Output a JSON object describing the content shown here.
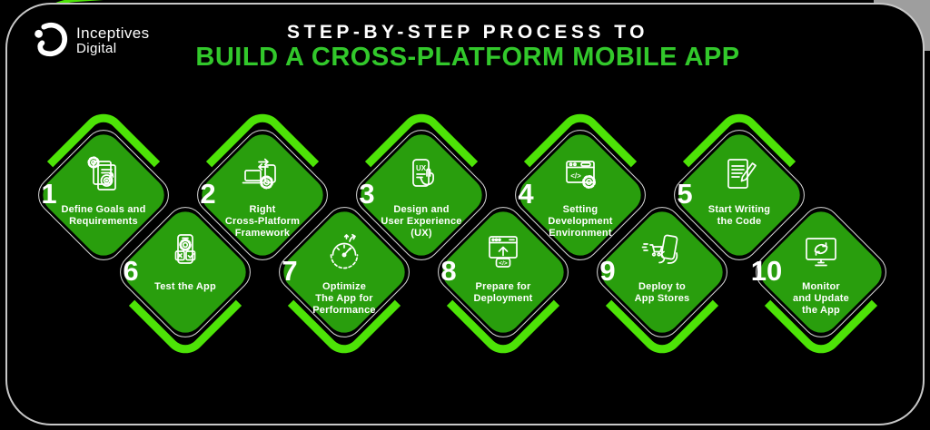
{
  "brand": {
    "logo_icon": "inceptives-d-logo-icon",
    "line1": "Inceptives",
    "line2": "Digital"
  },
  "title": {
    "line1": "STEP-BY-STEP PROCESS TO",
    "line2": "BUILD A CROSS-PLATFORM MOBILE APP"
  },
  "colors": {
    "background": "#000000",
    "diamond_green": "#299e0d",
    "accent_green": "#4de307",
    "title_green": "#32c82b",
    "outline": "#d8d8d8",
    "text": "#ffffff"
  },
  "steps": [
    {
      "number": "1",
      "label": "Define Goals and\nRequirements",
      "icon": "goals-document-icon"
    },
    {
      "number": "2",
      "label": "Right\nCross-Platform\nFramework",
      "icon": "cross-platform-devices-icon"
    },
    {
      "number": "3",
      "label": "Design and\nUser Experience\n(UX)",
      "icon": "ux-phone-icon"
    },
    {
      "number": "4",
      "label": "Setting\nDevelopment\nEnvironment",
      "icon": "dev-environment-icon"
    },
    {
      "number": "5",
      "label": "Start Writing\nthe Code",
      "icon": "code-writing-icon"
    },
    {
      "number": "6",
      "label": "Test the App",
      "icon": "app-testing-icon"
    },
    {
      "number": "7",
      "label": "Optimize\nThe App for\nPerformance",
      "icon": "performance-gauge-icon"
    },
    {
      "number": "8",
      "label": "Prepare for\nDeployment",
      "icon": "deployment-icon"
    },
    {
      "number": "9",
      "label": "Deploy to\nApp Stores",
      "icon": "app-store-deploy-icon"
    },
    {
      "number": "10",
      "label": "Monitor\nand Update\nthe App",
      "icon": "monitor-update-icon"
    }
  ]
}
